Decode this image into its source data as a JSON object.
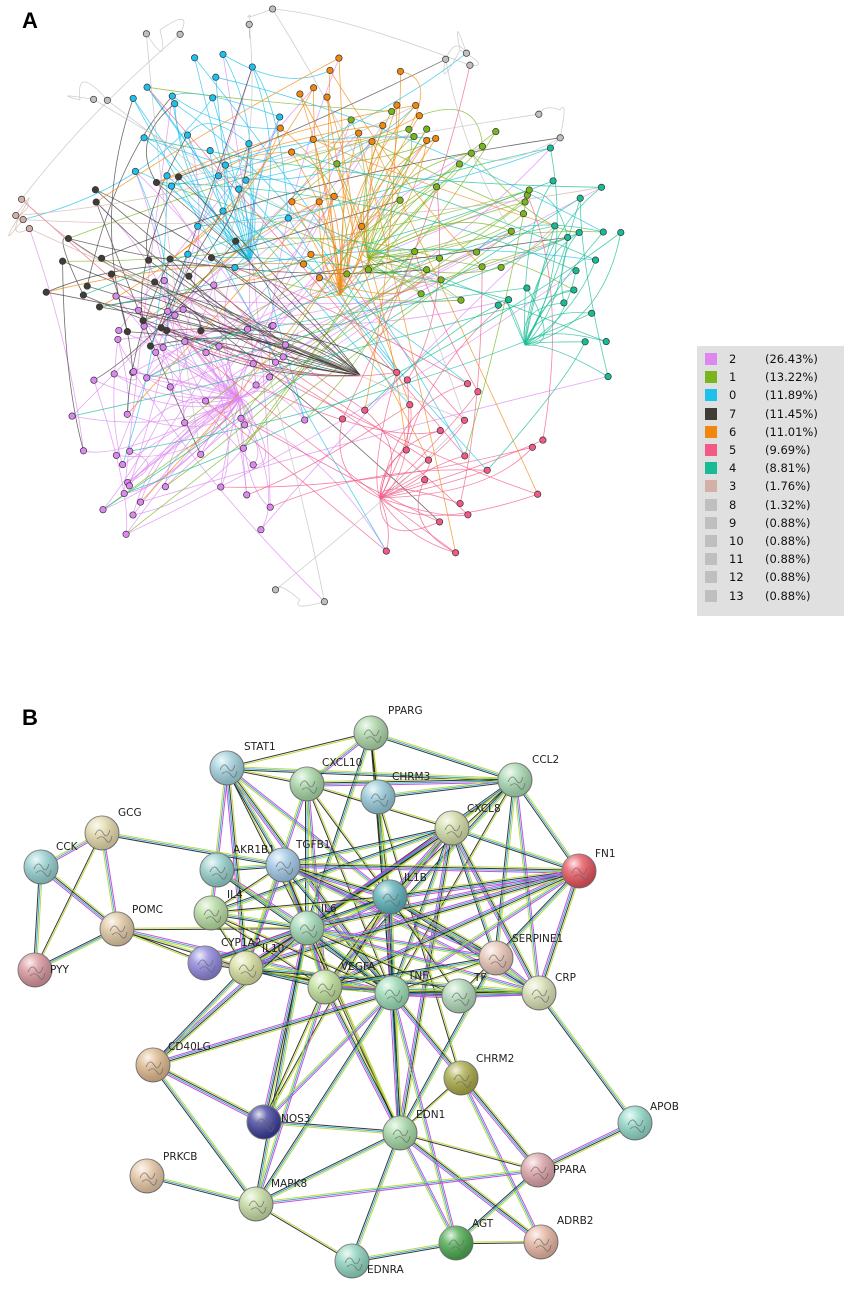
{
  "panel_a": {
    "letter": "A",
    "legend": [
      {
        "cluster": "2",
        "percent": "(26.43%)",
        "color": "#dd88f0"
      },
      {
        "cluster": "1",
        "percent": "(13.22%)",
        "color": "#7ab51d"
      },
      {
        "cluster": "0",
        "percent": "(11.89%)",
        "color": "#1ec0ec"
      },
      {
        "cluster": "7",
        "percent": "(11.45%)",
        "color": "#403c38"
      },
      {
        "cluster": "6",
        "percent": "(11.01%)",
        "color": "#f2870f"
      },
      {
        "cluster": "5",
        "percent": "(9.69%)",
        "color": "#f25a85"
      },
      {
        "cluster": "4",
        "percent": "(8.81%)",
        "color": "#17bc96"
      },
      {
        "cluster": "3",
        "percent": "(1.76%)",
        "color": "#d2b0a8"
      },
      {
        "cluster": "8",
        "percent": "(1.32%)",
        "color": "#bfbfbf"
      },
      {
        "cluster": "9",
        "percent": "(0.88%)",
        "color": "#bfbfbf"
      },
      {
        "cluster": "10",
        "percent": "(0.88%)",
        "color": "#bfbfbf"
      },
      {
        "cluster": "11",
        "percent": "(0.88%)",
        "color": "#bfbfbf"
      },
      {
        "cluster": "12",
        "percent": "(0.88%)",
        "color": "#bfbfbf"
      },
      {
        "cluster": "13",
        "percent": "(0.88%)",
        "color": "#bfbfbf"
      }
    ]
  },
  "panel_b": {
    "letter": "B",
    "nodes": [
      {
        "id": "PPARG",
        "color": "#a9d6a5"
      },
      {
        "id": "STAT1",
        "color": "#9fd0dc"
      },
      {
        "id": "CXCL10",
        "color": "#a4d6a3"
      },
      {
        "id": "CHRM3",
        "color": "#92c8d8"
      },
      {
        "id": "CCL2",
        "color": "#a6d8b0"
      },
      {
        "id": "CXCL8",
        "color": "#d2dca6"
      },
      {
        "id": "GCG",
        "color": "#e2d7a9"
      },
      {
        "id": "CCK",
        "color": "#94cfcf"
      },
      {
        "id": "AKR1B1",
        "color": "#93cfca"
      },
      {
        "id": "TGFB1",
        "color": "#9fc8e6"
      },
      {
        "id": "IL1B",
        "color": "#5ab0b8"
      },
      {
        "id": "FN1",
        "color": "#e8505a"
      },
      {
        "id": "POMC",
        "color": "#e0c8a2"
      },
      {
        "id": "IL4",
        "color": "#b6dca0"
      },
      {
        "id": "IL6",
        "color": "#9ed8b2"
      },
      {
        "id": "PYY",
        "color": "#d8949c"
      },
      {
        "id": "CYP1A2",
        "color": "#8c84dc"
      },
      {
        "id": "IL10",
        "color": "#d6de9c"
      },
      {
        "id": "SERPINE1",
        "color": "#e8c4b4"
      },
      {
        "id": "VEGFA",
        "color": "#bfe09a"
      },
      {
        "id": "TNF",
        "color": "#98dcb4"
      },
      {
        "id": "TF",
        "color": "#b0d8b8"
      },
      {
        "id": "CRP",
        "color": "#d8e0b4"
      },
      {
        "id": "CD40LG",
        "color": "#deb88c"
      },
      {
        "id": "CHRM2",
        "color": "#a8a844"
      },
      {
        "id": "NOS3",
        "color": "#3a3c98"
      },
      {
        "id": "EDN1",
        "color": "#a4d8a4"
      },
      {
        "id": "APOB",
        "color": "#8ed8c8"
      },
      {
        "id": "PRKCB",
        "color": "#e6c6a4"
      },
      {
        "id": "PPARA",
        "color": "#dca2a8"
      },
      {
        "id": "MAPK8",
        "color": "#c6dca2"
      },
      {
        "id": "AGT",
        "color": "#48a84c"
      },
      {
        "id": "ADRB2",
        "color": "#e6b4a0"
      },
      {
        "id": "EDNRA",
        "color": "#8ed4be"
      }
    ]
  }
}
